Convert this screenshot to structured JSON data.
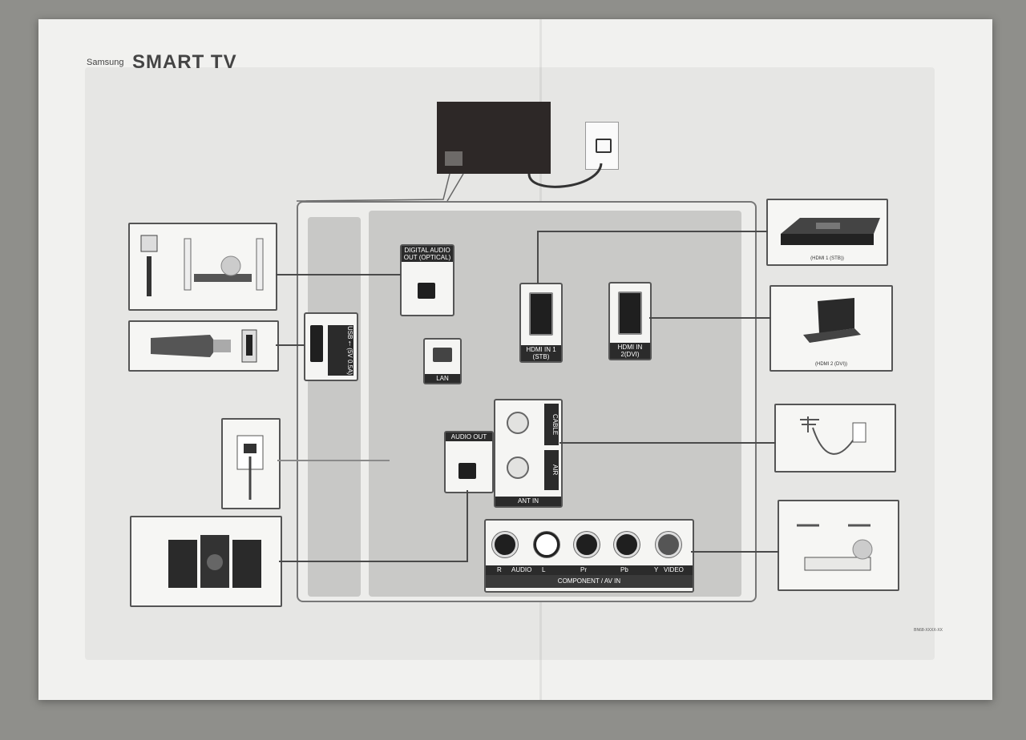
{
  "logo": {
    "brand": "Samsung",
    "product": "SMART TV"
  },
  "ports": {
    "digital_audio_out": "DIGITAL AUDIO OUT (OPTICAL)",
    "usb": "USB ⭠ (5V 0.5A)",
    "lan": "LAN",
    "audio_out": "AUDIO OUT",
    "hdmi1": "HDMI IN 1 (STB)",
    "hdmi2": "HDMI IN 2(DVI)",
    "cable": "CABLE",
    "air": "AIR",
    "ant_in": "ANT IN",
    "audio_r": "R",
    "audio_word": "AUDIO",
    "audio_l": "L",
    "pr": "Pr",
    "pb": "Pb",
    "y": "Y",
    "video": "VIDEO",
    "component_av": "COMPONENT / AV IN"
  },
  "devices": {
    "stb_caption": "(HDMI 1 (STB))",
    "dvi_caption": "(HDMI 2 (DVI))"
  },
  "footnote": "BN68-XXXX-XX"
}
